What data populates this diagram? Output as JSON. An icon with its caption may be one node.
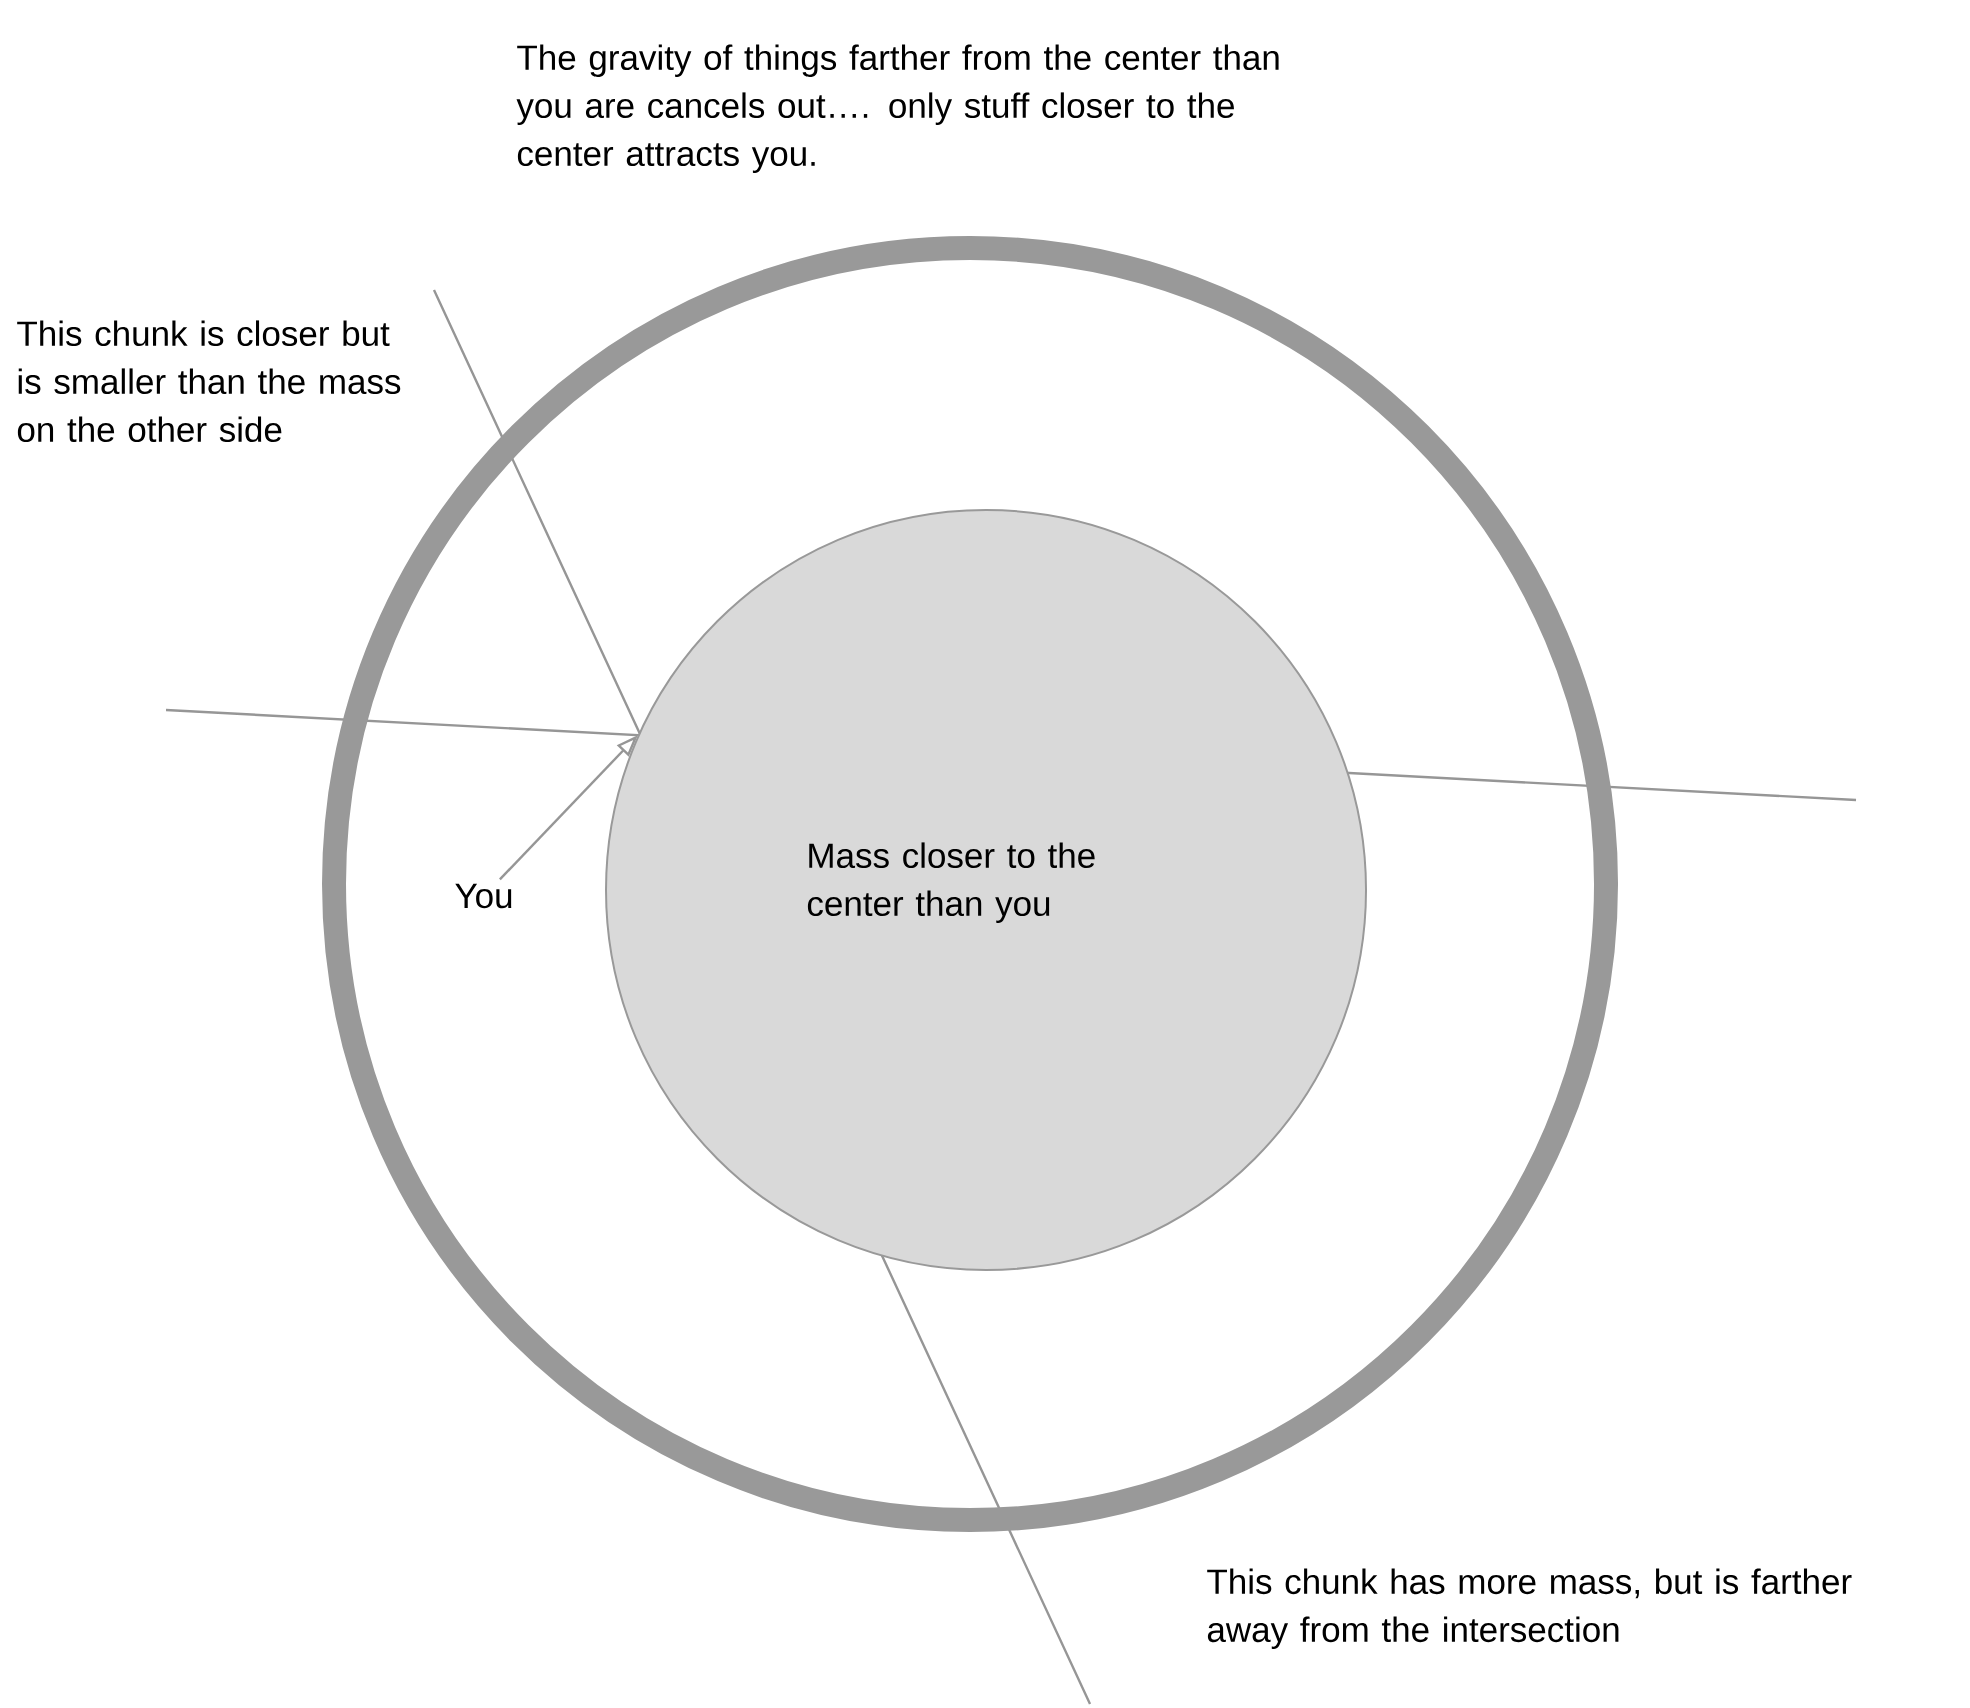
{
  "diagram": {
    "nodes": [
      {
        "text": [],
        "shape": "circle"
      },
      {
        "text": [
          "Mass closer to the center than you"
        ],
        "in": 0
      },
      {
        "text": [
          "You"
        ],
        "in": 0
      }
    ],
    "edges": [
      {
        "from": 2,
        "to": 1,
        "arrow": "to"
      }
    ],
    "labels": [
      "The gravity of things farther from the center than you are cancels out…. only stuff closer to the center attracts you.",
      "This chunk is closer but is smaller than the mass on the other side",
      "This chunk has more mass, but is farther away from the intersection"
    ]
  }
}
